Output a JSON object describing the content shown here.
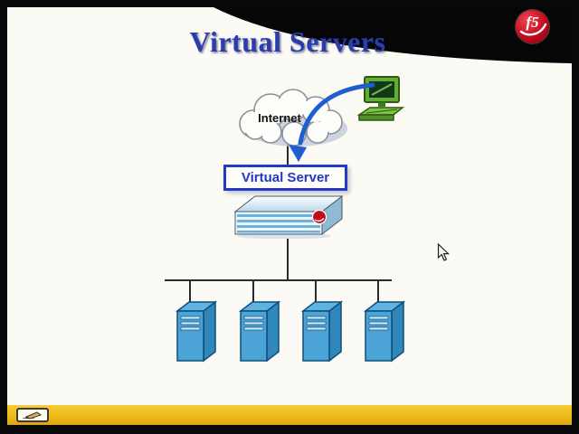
{
  "slide": {
    "title": "Virtual Servers",
    "logo": {
      "text": "f5"
    },
    "diagram": {
      "internet_label": "Internet",
      "virtual_server_label": "Virtual Server",
      "client_icon": "workstation-icon",
      "appliance_icon": "f5-appliance-icon",
      "server_count": 4
    },
    "toolbar": {
      "pen_tool": "pen-tool-icon"
    }
  },
  "cursor": {
    "type": "arrow"
  },
  "colors": {
    "title_text": "#2b3dae",
    "arrow_blue": "#1e5ed2",
    "virtual_server_border": "#2538c4",
    "server_front": "#4ba3d6",
    "bottom_bar_yellow": "#eab516",
    "f5_red": "#c40a1e"
  }
}
